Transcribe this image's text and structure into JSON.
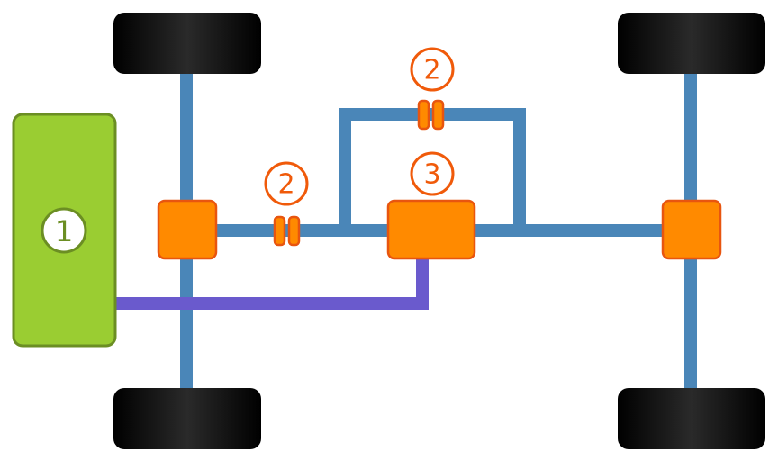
{
  "diagram": {
    "labels": {
      "engine": "1",
      "coupling_top": "2",
      "coupling_mid": "2",
      "center_unit": "3"
    },
    "colors": {
      "background": "#ffffff",
      "shaft": "#4a86b8",
      "drive_line": "#6a5acd",
      "differential": "#ff8a00",
      "differential_stroke": "#e8550f",
      "engine_fill": "#9acd32",
      "engine_stroke": "#6b8e23",
      "tire": "#111111",
      "label_text": "#f05a0a"
    }
  }
}
